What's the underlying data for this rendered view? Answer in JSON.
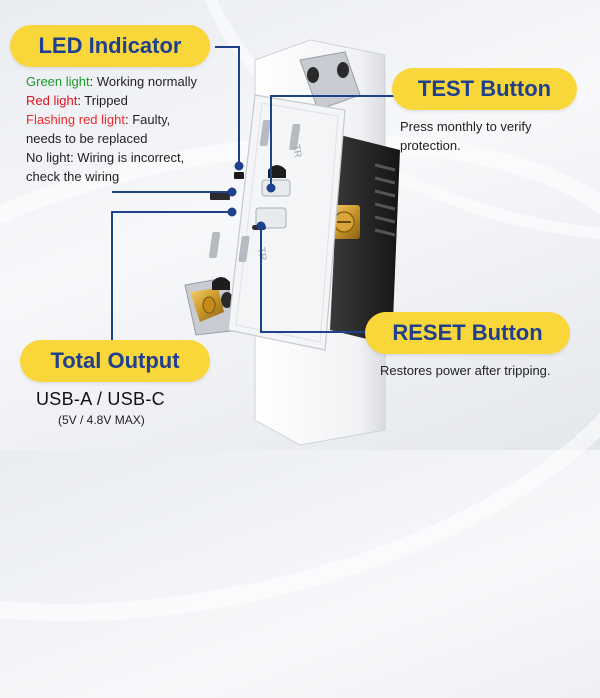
{
  "led": {
    "title": "LED Indicator",
    "lines": [
      {
        "key": "Green light",
        "rest": ": Working normally",
        "color": "#1b9b2a"
      },
      {
        "key": "Red light",
        "rest": ": Tripped",
        "color": "#e0121b"
      },
      {
        "key": "Flashing red light",
        "rest": ": Faulty,",
        "color": "#ee2a2a"
      }
    ],
    "line4": "needs to be replaced",
    "line5": "No light: Wiring is incorrect,",
    "line6": "check the wiring"
  },
  "test": {
    "title": "TEST Button",
    "desc_line1": "Press monthly to verify",
    "desc_line2": "protection."
  },
  "reset": {
    "title": "RESET Button",
    "desc": "Restores power after tripping."
  },
  "total": {
    "title": "Total Output",
    "ports": "USB-A / USB-C",
    "rating": "(5V / 4.8V MAX)"
  },
  "outlet": {
    "tr_top": "TR",
    "tr_bottom": "TR"
  },
  "colors": {
    "pill": "#f9d63a",
    "pill_text": "#1f3f8f",
    "leader": "#1f3f8f"
  }
}
